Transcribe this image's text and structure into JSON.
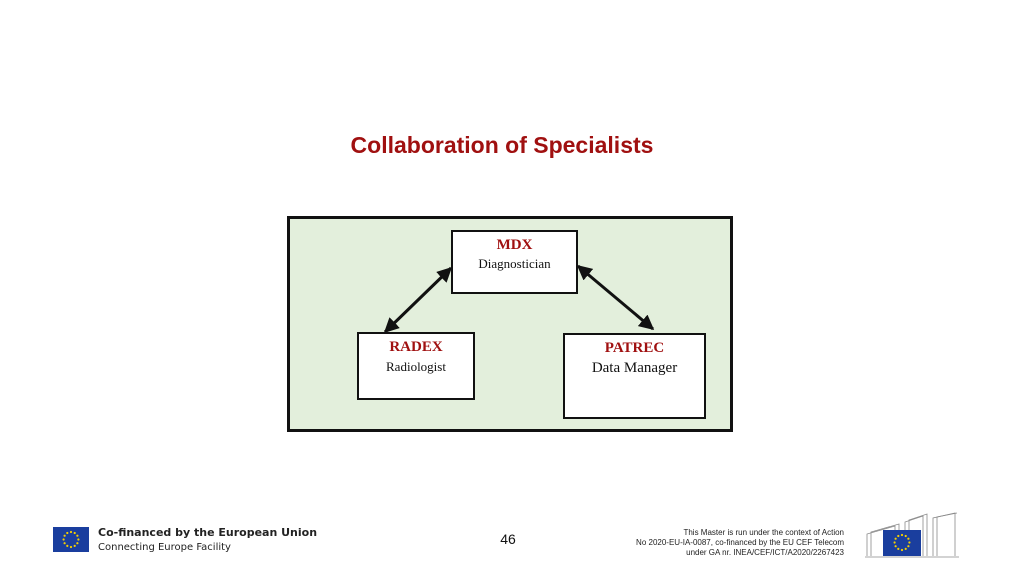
{
  "slide": {
    "title": "Collaboration of Specialists",
    "page_number": "46"
  },
  "diagram": {
    "nodes": {
      "mdx": {
        "code": "MDX",
        "role": "Diagnostician"
      },
      "radex": {
        "code": "RADEX",
        "role": "Radiologist"
      },
      "patrec": {
        "code": "PATREC",
        "role": "Data Manager"
      }
    },
    "edges": [
      {
        "from": "mdx",
        "to": "radex",
        "direction": "bidirectional"
      },
      {
        "from": "mdx",
        "to": "patrec",
        "direction": "bidirectional"
      }
    ],
    "panel_color": "#e3efdc",
    "accent_color": "#a01010"
  },
  "footer": {
    "cofinance_line1": "Co-financed by the European Union",
    "cofinance_line2": "Connecting Europe Facility",
    "action_note": {
      "line1": "This Master is run under the context of Action",
      "line2": "No 2020-EU-IA-0087, co-financed by the EU CEF Telecom",
      "line3": "under GA nr. INEA/CEF/ICT/A2020/2267423"
    },
    "eu_flag_color": "#1a3e9e",
    "icons": [
      "eu-flag-icon",
      "european-commission-logo"
    ]
  }
}
